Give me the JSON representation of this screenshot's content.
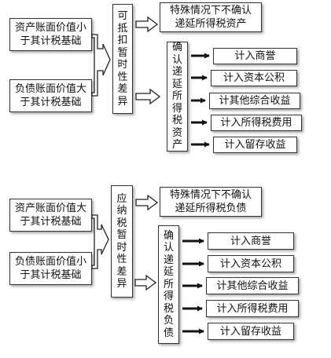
{
  "sections": [
    {
      "left_boxes": [
        "资产账面价值小于其计税基础",
        "负债账面价值大于其计税基础"
      ],
      "middle": "可抵扣暂时性差异",
      "top_box": "特殊情况下不确认递延所得税资产",
      "recognize": "确认递延所得税资产",
      "items": [
        "计入商誉",
        "计入资本公积",
        "计其他综合收益",
        "计入所得税费用",
        "计入留存收益"
      ]
    },
    {
      "left_boxes": [
        "资产账面价值大于其计税基础",
        "负债账面价值小于其计税基础"
      ],
      "middle": "应纳税暂时性差异",
      "top_box": "特殊情况下不确认递延所得税负债",
      "recognize": "确认递延所得税负债",
      "items": [
        "计入商誉",
        "计入资本公积",
        "计其他综合收益",
        "计入所得税费用",
        "计入留存收益"
      ]
    }
  ]
}
